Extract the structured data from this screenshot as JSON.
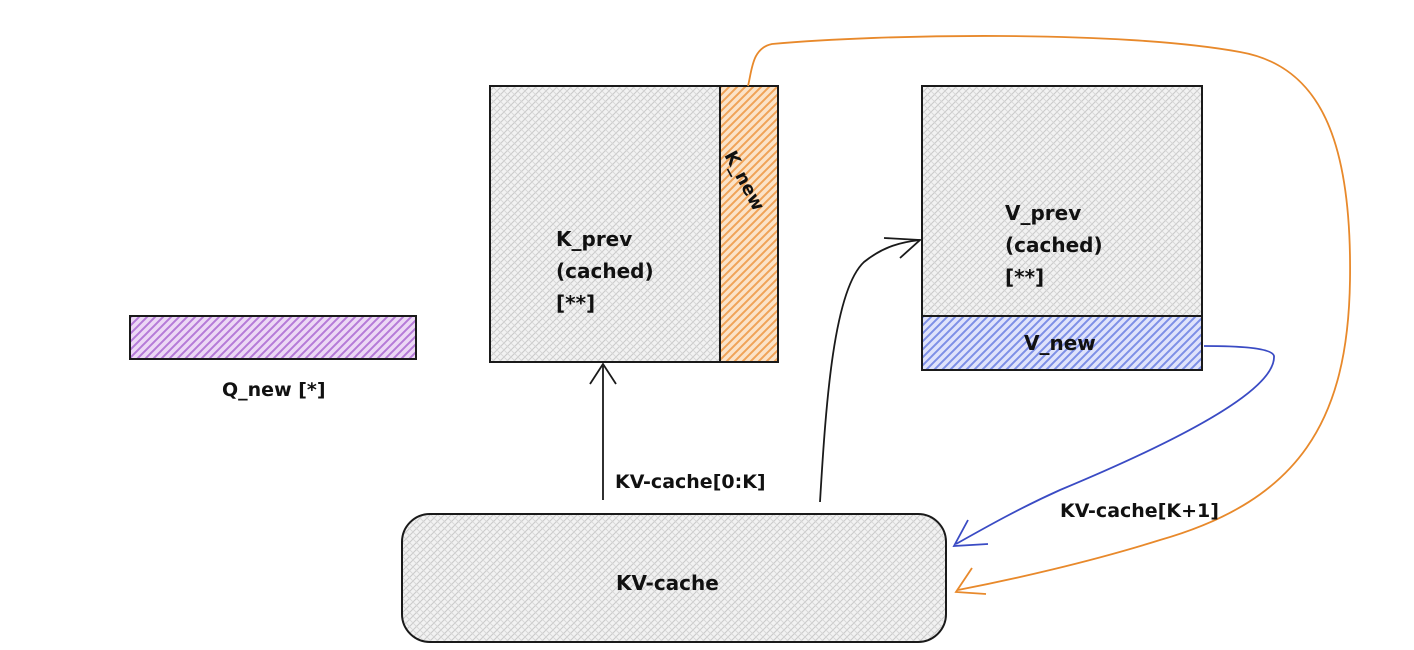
{
  "q_new": {
    "label": "Q_new [*]",
    "color": "#b57ad8"
  },
  "k_block": {
    "lines": [
      "K_prev",
      "(cached)",
      "[**]"
    ],
    "color": "#ececec"
  },
  "k_new": {
    "label": "K_new",
    "color": "#f0a357"
  },
  "v_block": {
    "lines": [
      "V_prev",
      "(cached)",
      "[**]"
    ],
    "color": "#ececec"
  },
  "v_new": {
    "label": "V_new",
    "color": "#7d8fe6"
  },
  "kv_cache": {
    "label": "KV-cache",
    "color": "#e8e8e8"
  },
  "edges": {
    "read_label": "KV-cache[0:K]",
    "write_label": "KV-cache[K+1]",
    "orange_color": "#e8892b",
    "blue_color": "#3a4bc4"
  }
}
